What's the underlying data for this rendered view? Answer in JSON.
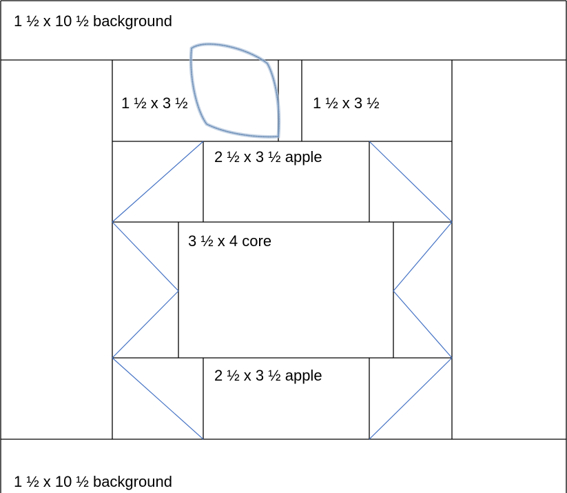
{
  "blocks": {
    "top_band": "1 ½ x 10 ½ background",
    "stem_left": "1 ½ x 3 ½",
    "stem_right": "1 ½ x 3 ½",
    "apple_top": "2 ½ x 3 ½ apple",
    "core": "3 ½ x 4 core",
    "apple_bottom": "2 ½ x 3 ½ apple",
    "bottom_band": "1 ½ x 10 ½ background"
  },
  "colors": {
    "outline": "#000000",
    "diagonal": "#4472c4",
    "leaf": "#8aa6c7"
  },
  "icons": {
    "leaf": "leaf-sketch"
  }
}
